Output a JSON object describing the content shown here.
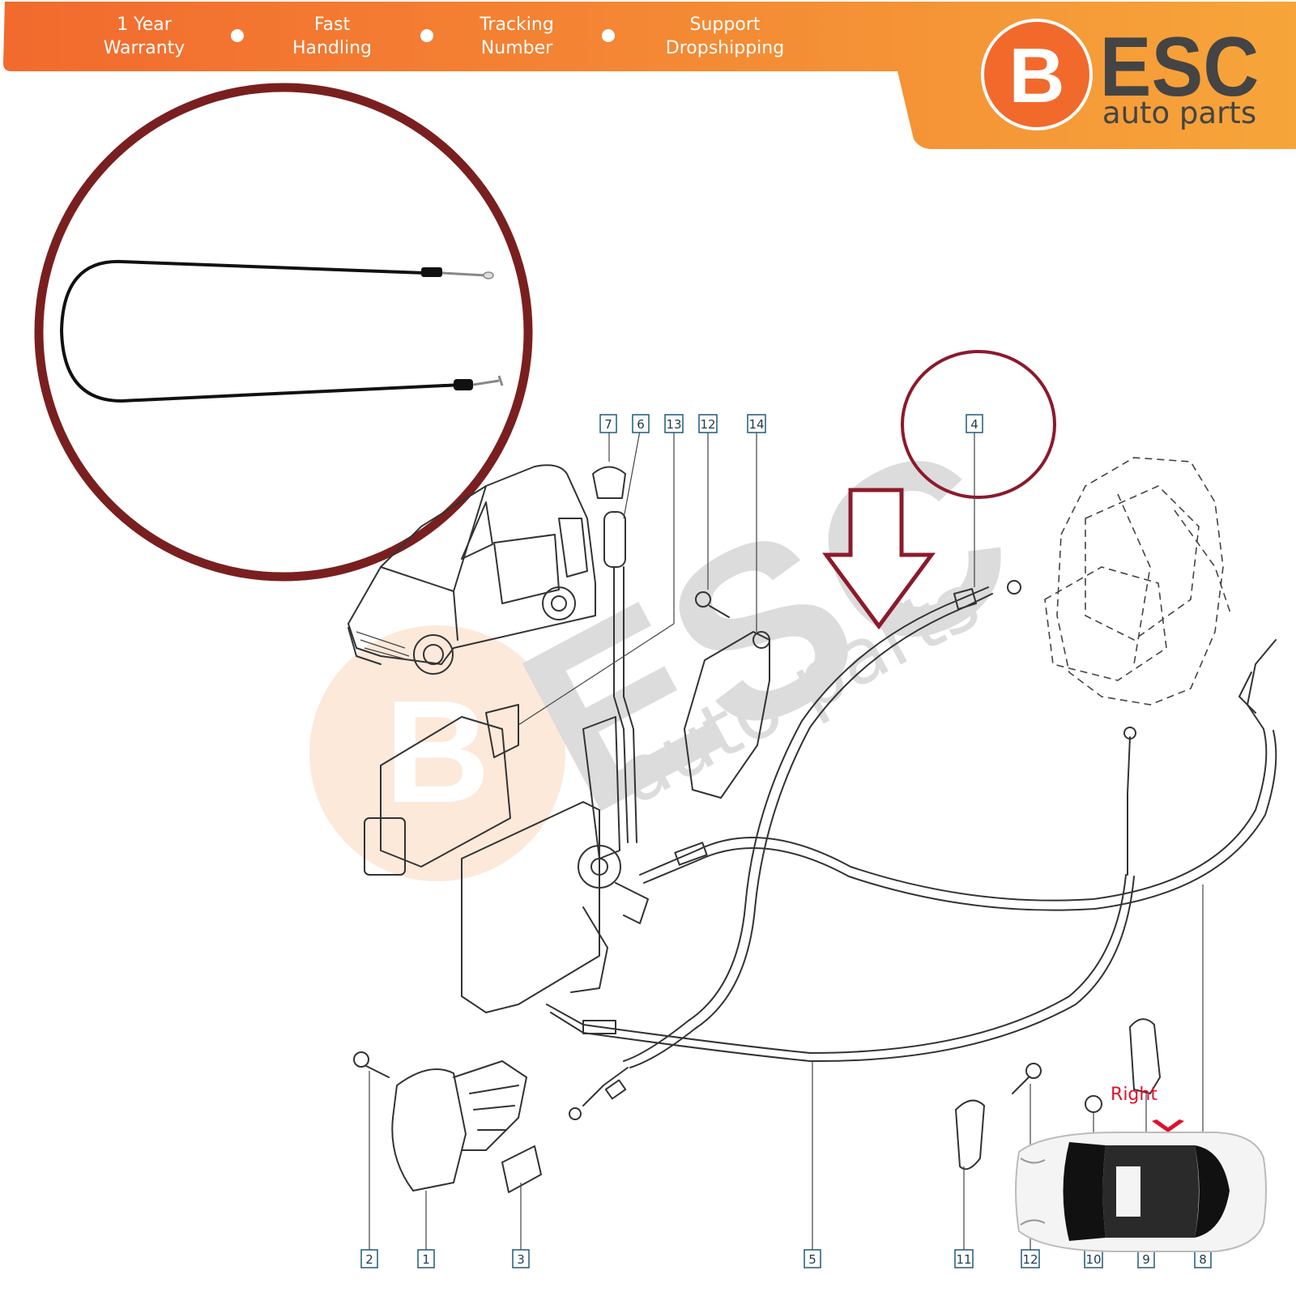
{
  "banner": {
    "features": [
      {
        "line1": "1 Year",
        "line2": "Warranty"
      },
      {
        "line1": "Fast",
        "line2": "Handling"
      },
      {
        "line1": "Tracking",
        "line2": "Number"
      },
      {
        "line1": "Support",
        "line2": "Dropshipping"
      }
    ],
    "gradient_start": "#f26a2e",
    "gradient_end": "#f6a53a"
  },
  "logo": {
    "badge_letter": "B",
    "brand": "ESC",
    "tagline": "auto parts",
    "badge_color": "#f2692c",
    "brand_color": "#444444"
  },
  "watermark": {
    "brand": "ESC",
    "tagline": "auto parts",
    "badge_letter": "B"
  },
  "inset": {
    "ring_color": "#7a1f1f",
    "product": "cable"
  },
  "diagram": {
    "highlight_color": "#8b1a2b",
    "callouts_top": [
      "7",
      "6",
      "13",
      "12",
      "14",
      "4"
    ],
    "callouts_bottom": [
      "2",
      "1",
      "3",
      "5",
      "11",
      "12",
      "10",
      "9",
      "8"
    ],
    "side_label": "Right",
    "side_label_color": "#e0112b"
  }
}
